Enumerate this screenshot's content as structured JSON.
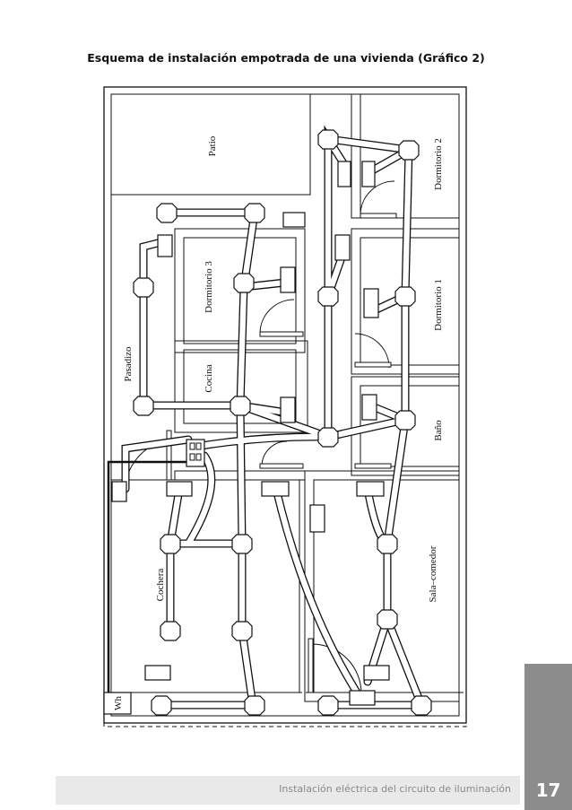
{
  "figure": {
    "title": "Esquema de instalación empotrada de una vivienda (Gráfico 2)"
  },
  "rooms": {
    "patio": "Patio",
    "dormitorio2": "Dormitorio 2",
    "dormitorio1": "Dormitorio 1",
    "dormitorio3": "Dormitorio 3",
    "pasadizo": "Pasadizo",
    "cocina": "Cocina",
    "bano": "Baño",
    "cochera": "Cochera",
    "sala": "Sala–comedor"
  },
  "meter": {
    "label": "Wh"
  },
  "footer": {
    "text": "Instalación eléctrica del circuito de iluminación",
    "page": "17"
  }
}
